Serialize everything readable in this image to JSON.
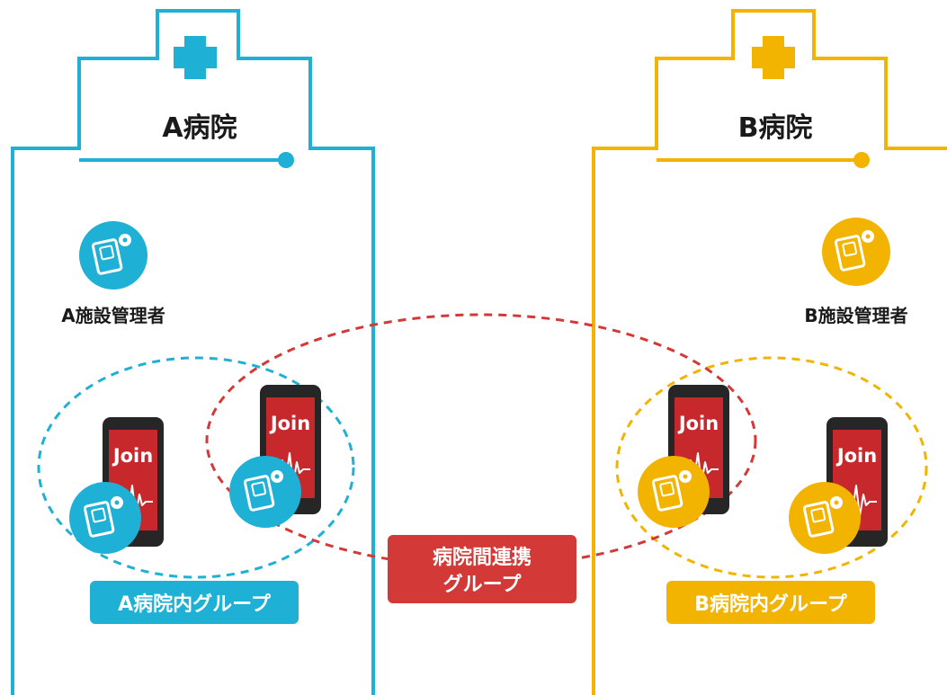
{
  "colors": {
    "hospital_a": "#1fb0d6",
    "hospital_b": "#f2b400",
    "inter_group": "#d33a37",
    "phone_body": "#262626",
    "phone_screen": "#c7282c"
  },
  "hospital_a": {
    "name": "A病院",
    "admin_label": "A施設管理者",
    "group_label": "A病院内グループ",
    "icons": [
      "plus-icon",
      "tablet-icon"
    ]
  },
  "hospital_b": {
    "name": "B病院",
    "admin_label": "B施設管理者",
    "group_label": "B病院内グループ",
    "icons": [
      "plus-icon",
      "tablet-icon"
    ]
  },
  "phone_label": "Join",
  "inter_hospital_group": {
    "line1": "病院間連携",
    "line2": "グループ"
  }
}
